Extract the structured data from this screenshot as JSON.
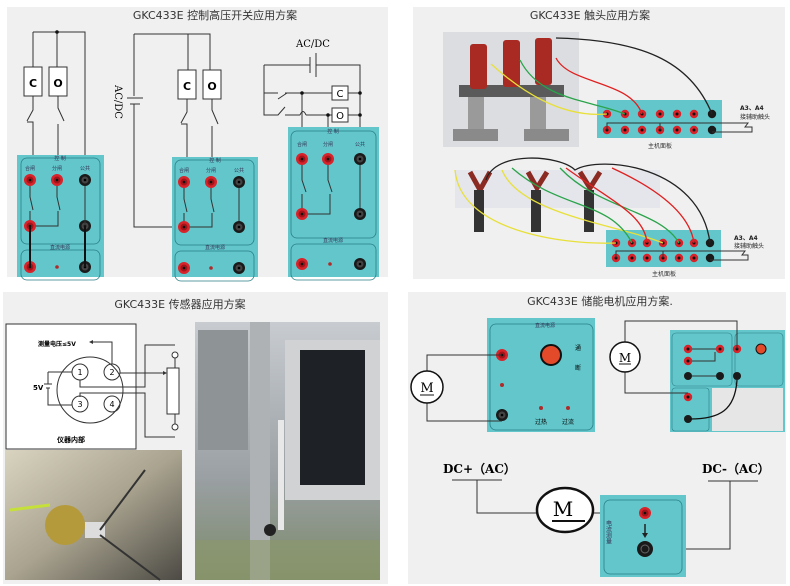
{
  "panels": {
    "switch": {
      "title": "GKC433E 控制高压开关应用方案",
      "coil_close": "C",
      "coil_open": "O",
      "source": "AC/DC",
      "control_label": "控 制",
      "close_label": "合闸",
      "open_label": "分闸",
      "common_label": "公共",
      "dc_supply_label": "直流电源"
    },
    "contact": {
      "title": "GKC433E 触头应用方案",
      "aux_terminals": "A3、A4",
      "aux_note": "接辅助触头",
      "host_panel": "主机面板"
    },
    "sensor": {
      "title": "GKC433E 传感器应用方案",
      "measure_voltage": "测量电压≤5V",
      "supply": "5V",
      "pins": [
        "1",
        "2",
        "3",
        "4"
      ],
      "inside_label": "仪器内部"
    },
    "motor": {
      "title": "GKC433E 储能电机应用方案.",
      "dc_supply_label": "直流电源",
      "on_label": "通",
      "off_label": "断",
      "overheat_label": "过热",
      "overcurrent_label": "过流",
      "motor_symbol": "M",
      "dc_plus": "DC+（AC）",
      "dc_minus": "DC-（AC）",
      "current_measure_label": "电流测量"
    }
  },
  "colors": {
    "panel_bg": "#f0f0f0",
    "device_teal": "#62c6ca",
    "terminal_red": "#d8232a",
    "terminal_black": "#1a1a1a",
    "wire_yellow": "#e8e03a",
    "wire_green": "#2aa44a",
    "wire_red": "#e02020"
  }
}
